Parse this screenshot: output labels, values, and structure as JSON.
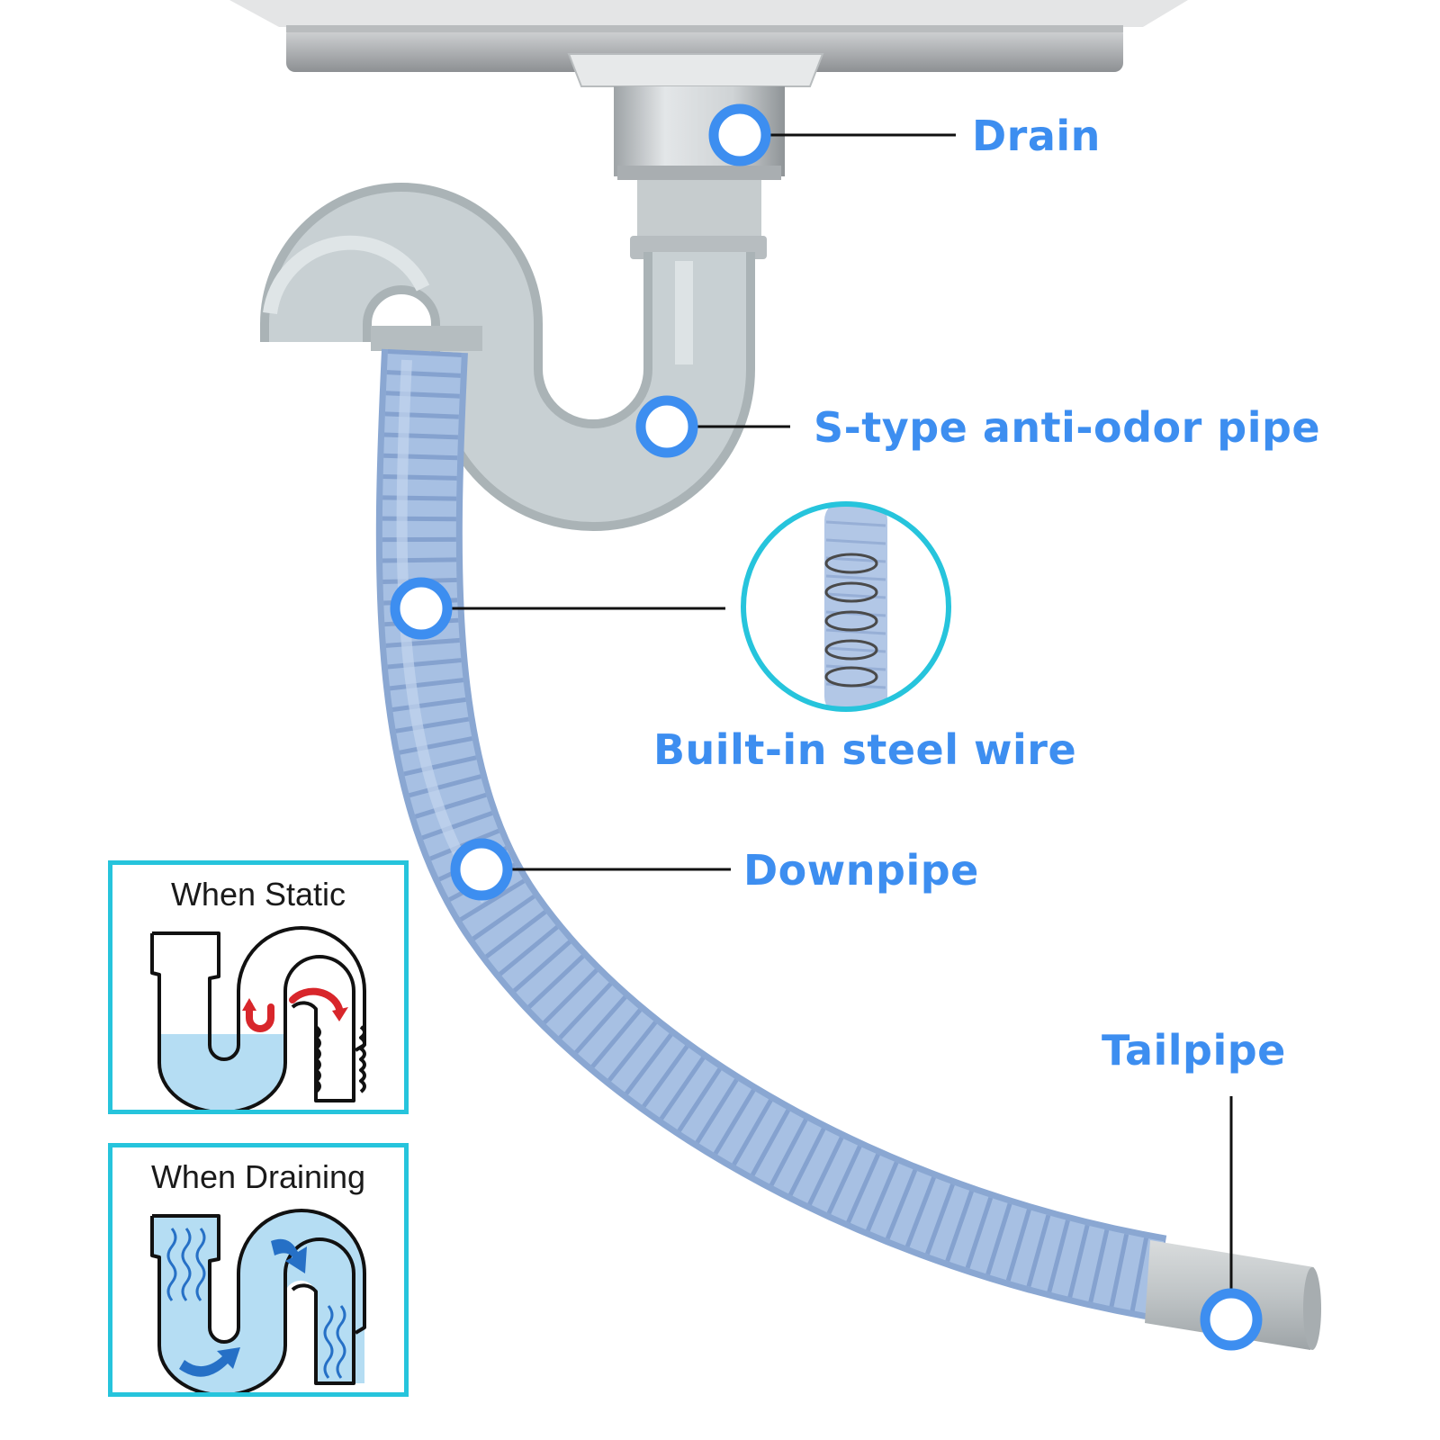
{
  "colors": {
    "accent": "#3d8ef0",
    "pipe_gray": "#c5cdd0",
    "hose_blue": "#a3bde0",
    "panel_border": "#26c4dc",
    "water": "#b5ddf3",
    "arrow_red": "#d8262b",
    "arrow_blue": "#2670c6"
  },
  "labels": {
    "drain": "Drain",
    "s_pipe": "S-type anti-odor pipe",
    "steel_wire": "Built-in steel wire",
    "downpipe": "Downpipe",
    "tailpipe": "Tailpipe"
  },
  "panels": {
    "static": {
      "title": "When Static",
      "icon": "trap-static-backflow-icon"
    },
    "draining": {
      "title": "When Draining",
      "icon": "trap-draining-flow-icon"
    }
  }
}
